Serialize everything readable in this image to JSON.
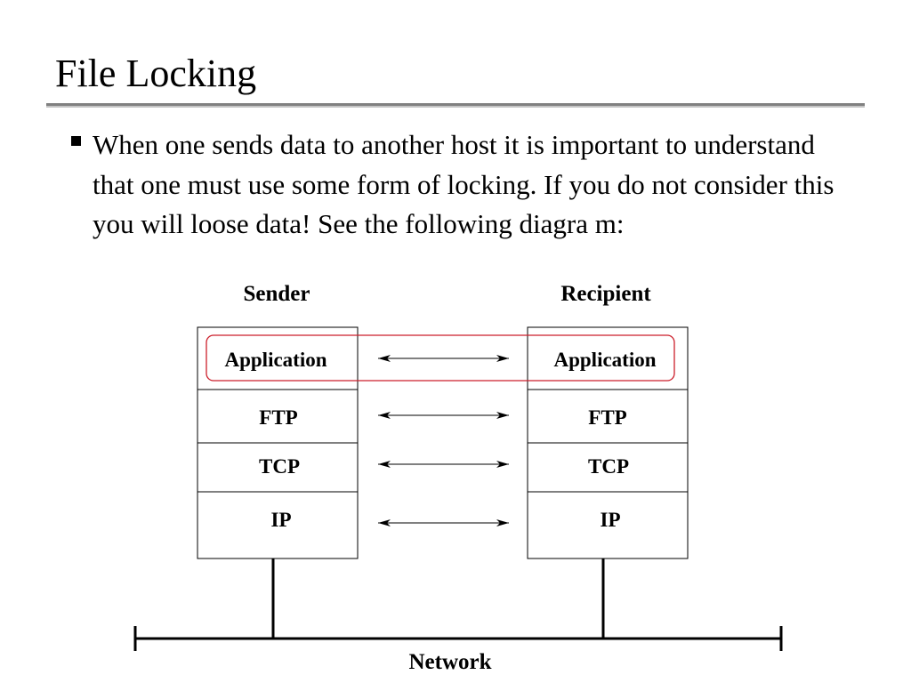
{
  "slide": {
    "title": "File Locking",
    "bullet": "When one sends data to another host it is important to understand that one must use some form of locking. If you do not consider this you will loose data! See the following diagra m:"
  },
  "diagram": {
    "sender_label": "Sender",
    "recipient_label": "Recipient",
    "layers": [
      "Application",
      "FTP",
      "TCP",
      "IP"
    ],
    "network_label": "Network",
    "colors": {
      "highlight": "#cc1f2b",
      "line": "#000000",
      "rule": "#808080"
    }
  }
}
